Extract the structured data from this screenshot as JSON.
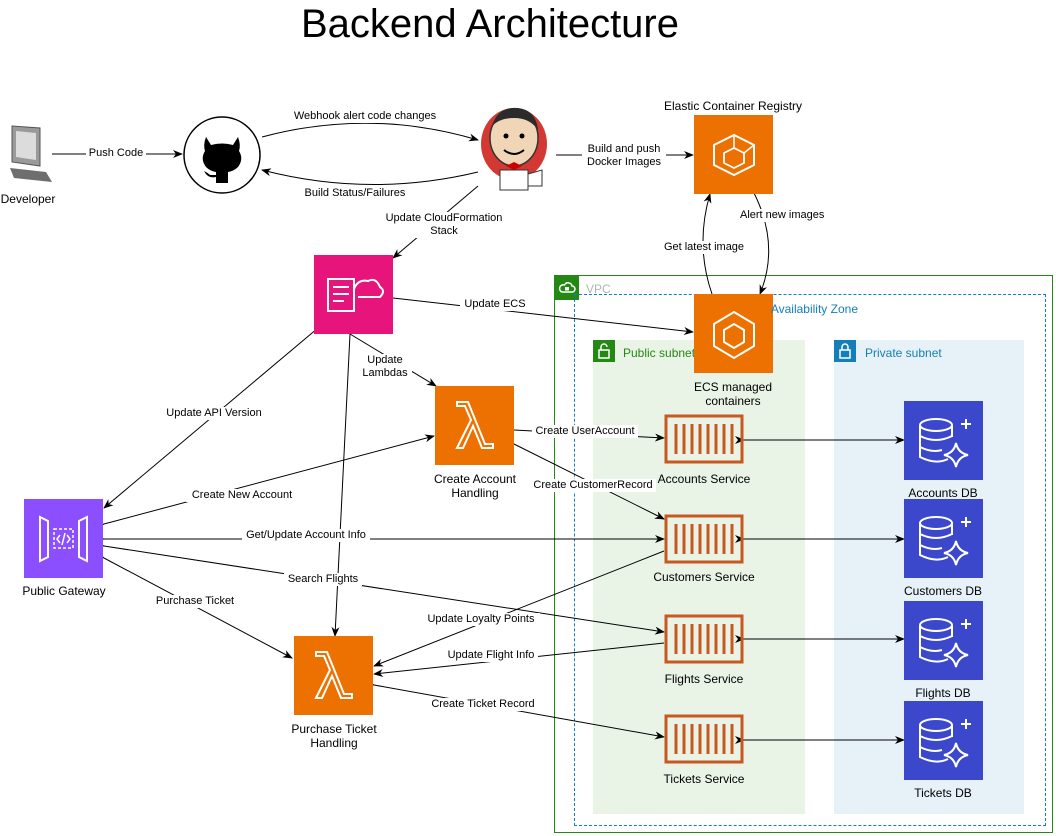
{
  "title": "Backend Architecture",
  "groups": {
    "vpc": "VPC",
    "availability_zone": "Availability Zone",
    "public_subnet": "Public subnet",
    "private_subnet": "Private subnet"
  },
  "nodes": {
    "developer": "Developer",
    "ecr": "Elastic Container Registry",
    "ecs": "ECS managed containers",
    "create_account": "Create Account Handling",
    "purchase_ticket": "Purchase Ticket Handling",
    "gateway": "Public Gateway",
    "accounts_service": "Accounts Service",
    "customers_service": "Customers Service",
    "flights_service": "Flights Service",
    "tickets_service": "Tickets Service",
    "accounts_db": "Accounts DB",
    "customers_db": "Customers DB",
    "flights_db": "Flights DB",
    "tickets_db": "Tickets DB"
  },
  "edges": {
    "push_code": "Push Code",
    "webhook": "Webhook alert code changes",
    "build_status": "Build Status/Failures",
    "build_push": "Build and push Docker Images",
    "update_cf": "Update CloudFormation Stack",
    "alert_images": "Alert new images",
    "get_latest": "Get latest image",
    "update_ecs": "Update ECS",
    "update_lambdas": "Update Lambdas",
    "update_api": "Update API Version",
    "create_new_account": "Create New Account",
    "create_user_account": "Create UserAccount",
    "create_customer_record": "Create CustomerRecord",
    "get_update_account": "Get/Update Account Info",
    "search_flights": "Search Flights",
    "purchase_ticket": "Purchase Ticket",
    "update_loyalty": "Update Loyalty Points",
    "update_flight": "Update Flight Info",
    "create_ticket_record": "Create Ticket Record"
  },
  "colors": {
    "aws_orange": "#ed7100",
    "aws_pink": "#e7157b",
    "aws_purple": "#8c4fff",
    "aws_blue": "#3b48cc",
    "vpc_green": "#248814",
    "az_blue": "#147eba"
  }
}
